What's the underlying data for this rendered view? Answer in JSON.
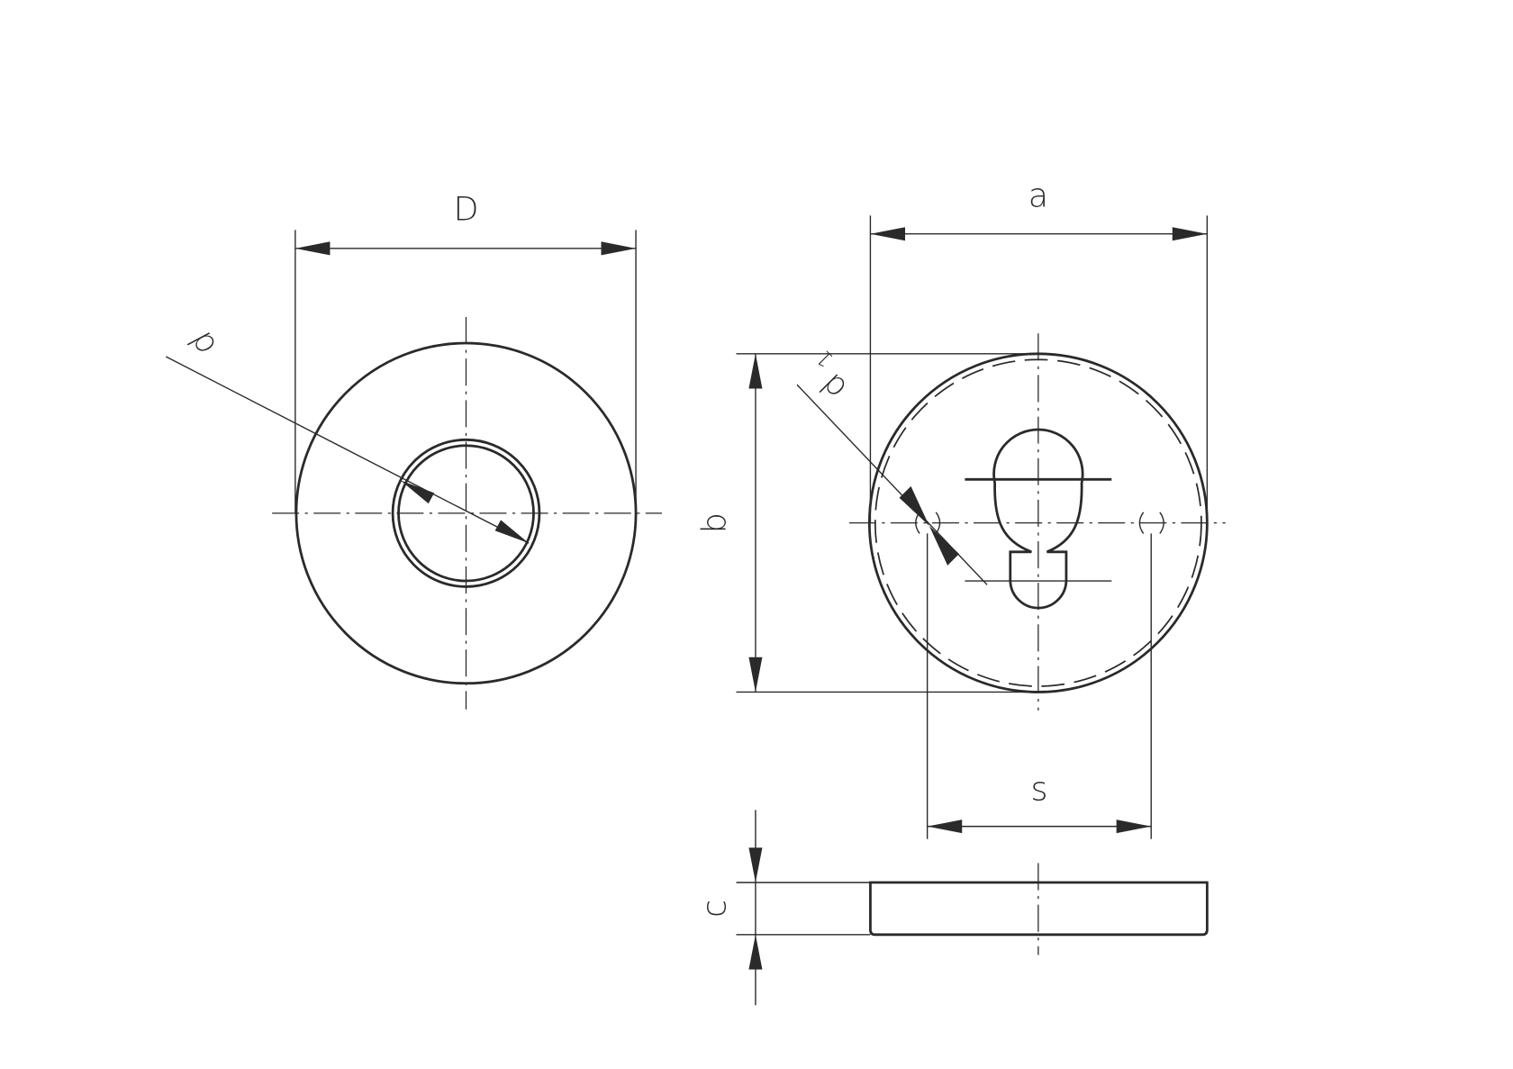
{
  "drawing": {
    "title": "Round rose and profile cylinder escutcheon technical drawing",
    "line_color": "#2a2a2a",
    "background": "#ffffff",
    "views": [
      {
        "name": "rose-front-view",
        "description": "Round rose with central hole"
      },
      {
        "name": "escutcheon-front-view",
        "description": "Round escutcheon with profile cylinder keyhole and two fixing holes"
      },
      {
        "name": "escutcheon-side-view",
        "description": "Side profile showing thickness"
      }
    ],
    "dimensions": {
      "D": "D",
      "d": "d",
      "a": "a",
      "b": "b",
      "d1_main": "d",
      "d1_sub": "1",
      "s": "s",
      "c": "c"
    }
  }
}
